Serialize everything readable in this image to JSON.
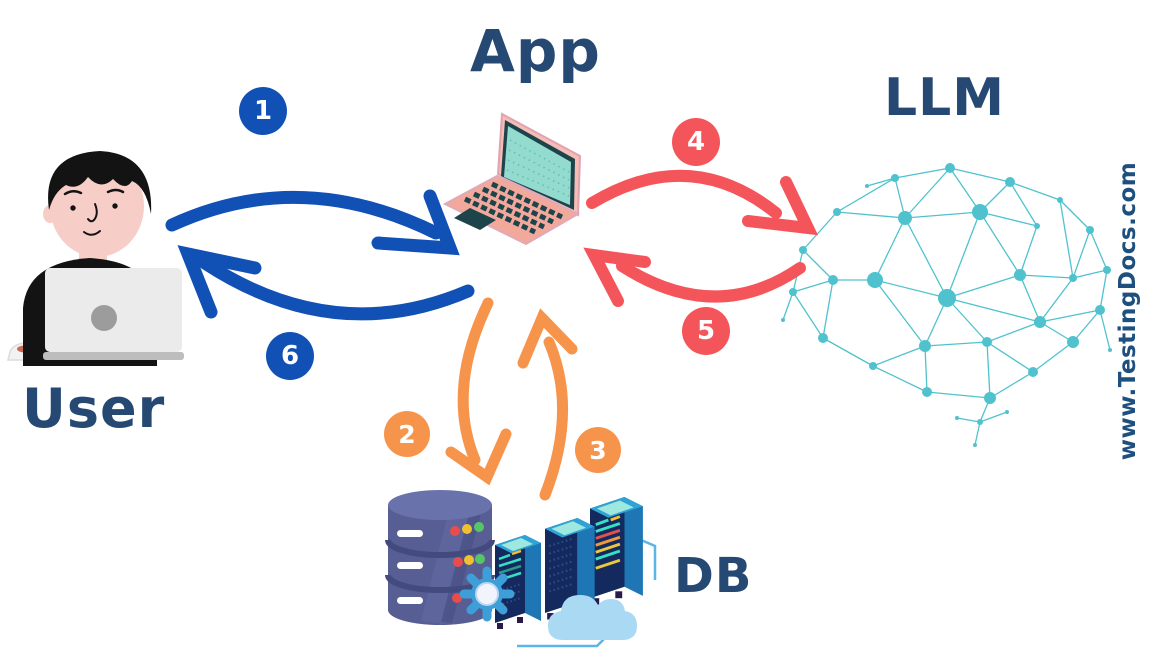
{
  "diagram": {
    "entities": [
      {
        "id": "user",
        "label": "User"
      },
      {
        "id": "app",
        "label": "App"
      },
      {
        "id": "llm",
        "label": "LLM"
      },
      {
        "id": "db",
        "label": "DB"
      }
    ],
    "steps": [
      {
        "number": "1",
        "route": "User to App",
        "color": "#1151b5"
      },
      {
        "number": "2",
        "route": "App to DB",
        "color": "#f7944c"
      },
      {
        "number": "3",
        "route": "DB to App",
        "color": "#f7944c"
      },
      {
        "number": "4",
        "route": "App to LLM",
        "color": "#f4555b"
      },
      {
        "number": "5",
        "route": "LLM to App",
        "color": "#f4555b"
      },
      {
        "number": "6",
        "route": "App to User",
        "color": "#1151b5"
      }
    ],
    "watermark": "www.TestingDocs.com",
    "icons": {
      "user": "person-at-laptop-icon",
      "app": "laptop-icon",
      "llm": "neural-network-brain-icon",
      "db": "database-servers-cloud-icon"
    },
    "colors": {
      "background": "#ffffff",
      "label_navy": "#254973",
      "arrow_blue": "#1151b5",
      "arrow_red": "#f4555b",
      "arrow_orange": "#f7944c",
      "network_teal": "#4fc2ce",
      "watermark_navy": "#1d4f7f"
    }
  }
}
